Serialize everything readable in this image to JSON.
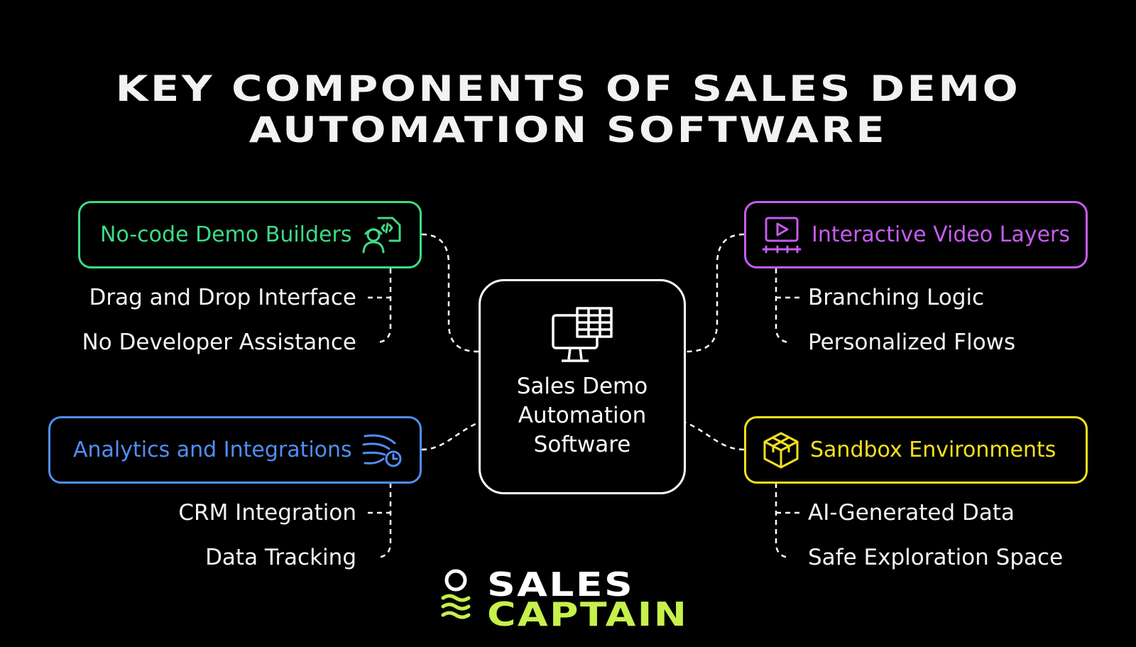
{
  "title": {
    "line1": "KEY COMPONENTS OF SALES DEMO",
    "line2": "AUTOMATION SOFTWARE"
  },
  "center": {
    "line1": "Sales Demo",
    "line2": "Automation",
    "line3": "Software",
    "icon": "monitor-spreadsheet-icon"
  },
  "branches": {
    "nocode": {
      "label": "No-code Demo Builders",
      "color": "#3ddc84",
      "icon": "developer-icon",
      "items": [
        "Drag and Drop Interface",
        "No Developer Assistance"
      ]
    },
    "analytics": {
      "label": "Analytics and Integrations",
      "color": "#4f8ff7",
      "icon": "speed-clock-icon",
      "items": [
        "CRM Integration",
        "Data Tracking"
      ]
    },
    "video": {
      "label": "Interactive Video Layers",
      "color": "#c65cf0",
      "icon": "video-timeline-icon",
      "items": [
        "Branching Logic",
        "Personalized Flows"
      ]
    },
    "sandbox": {
      "label": "Sandbox Environments",
      "color": "#f5e020",
      "icon": "cube-icon",
      "items": [
        "AI-Generated Data",
        "Safe Exploration Space"
      ]
    }
  },
  "logo": {
    "word1": "SALES",
    "word2": "CAPTAIN",
    "accent": "#c6f04a"
  }
}
